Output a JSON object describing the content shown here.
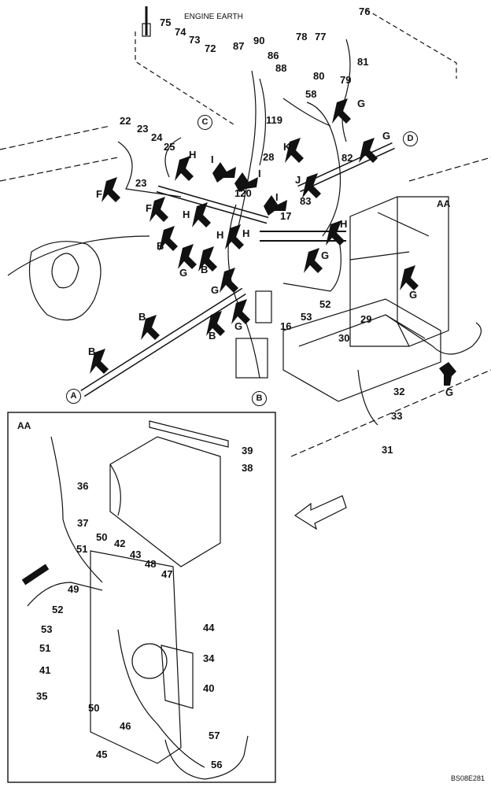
{
  "diagram": {
    "engine_earth": "ENGINE EARTH",
    "drawing_code": "BS08E281",
    "inset_label_top": "AA",
    "inset_label_box": "AA",
    "connectors": [
      "A",
      "B",
      "C",
      "D"
    ],
    "arrow_letters": [
      "G",
      "H",
      "I",
      "I",
      "I",
      "J",
      "K",
      "G",
      "B",
      "B",
      "B",
      "B",
      "B",
      "F",
      "F",
      "H",
      "H",
      "H",
      "G",
      "G",
      "G",
      "G",
      "H",
      "G",
      "G"
    ],
    "part_numbers_main": [
      "76",
      "75",
      "74",
      "73",
      "72",
      "87",
      "90",
      "86",
      "88",
      "78",
      "77",
      "80",
      "81",
      "79",
      "58",
      "119",
      "22",
      "23",
      "24",
      "25",
      "23",
      "28",
      "120",
      "17",
      "82",
      "83",
      "52",
      "53",
      "16",
      "29",
      "30",
      "32",
      "33",
      "31"
    ],
    "part_numbers_inset": [
      "39",
      "38",
      "36",
      "37",
      "51",
      "50",
      "42",
      "43",
      "48",
      "47",
      "49",
      "52",
      "53",
      "51",
      "41",
      "35",
      "50",
      "46",
      "44",
      "34",
      "40",
      "57",
      "45",
      "56"
    ]
  },
  "colors": {
    "ink": "#111111",
    "background": "#ffffff"
  }
}
